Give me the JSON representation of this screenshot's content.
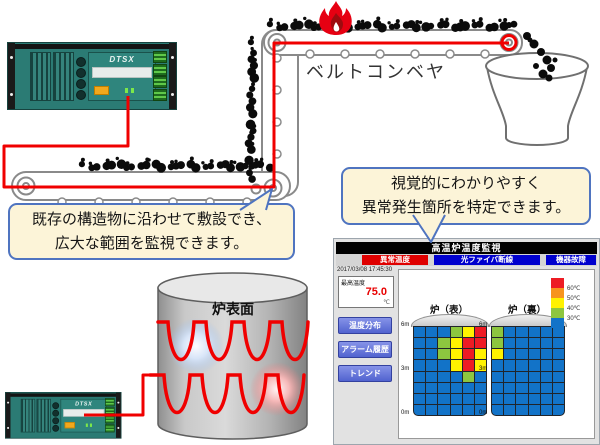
{
  "diagram": {
    "conveyor_label": "ベルトコンベヤ",
    "furnace_label": "炉表面",
    "device_logo": "DTSX",
    "cable_color": "#F00000",
    "callout_left": {
      "line1": "既存の構造物に沿わせて敷設でき、",
      "line2": "広大な範囲を監視できます。"
    },
    "callout_right": {
      "line1": "視覚的にわかりやすく",
      "line2": "異常発生箇所を特定できます。"
    }
  },
  "monitor": {
    "title": "高温炉温度監視",
    "timestamp": "2017/03/08 17:45:30",
    "tabs": [
      {
        "label": "異常温度",
        "color": "#DF0000"
      },
      {
        "label": "光ファイバ断線",
        "color": "#0000CE"
      },
      {
        "label": "機器故障",
        "color": "#0000CE"
      }
    ],
    "max_temp": {
      "label": "最高温度",
      "value": "75.0",
      "unit": "℃"
    },
    "buttons": [
      "温度分布",
      "アラーム履歴",
      "トレンド"
    ]
  },
  "chart_data": {
    "type": "heatmap",
    "y_ticks": [
      "6m",
      "3m",
      "0m"
    ],
    "y_range_m": [
      0,
      6
    ],
    "columns": 6,
    "rows_per_panel": 8,
    "color_key": {
      "B": "#1273C8",
      "G": "#8DC63F",
      "Y": "#FFF200",
      "R": "#ED1C24",
      "O": "#F7941D"
    },
    "legend": [
      {
        "color": "#ED1C24",
        "label": "60℃"
      },
      {
        "color": "#F7941D",
        "label": "50℃"
      },
      {
        "color": "#FFF200",
        "label": "40℃"
      },
      {
        "color": "#8DC63F",
        "label": "30℃"
      },
      {
        "color": "#1273C8",
        "label": ""
      }
    ],
    "panels": [
      {
        "title": "炉（表）",
        "rows": [
          "BBBGYR",
          "BBGYRR",
          "BBGYRY",
          "BBBYRY",
          "BBBBGB",
          "BBBBBB",
          "BBBBBB",
          "BBBBBB"
        ]
      },
      {
        "title": "炉（裏）",
        "rows": [
          "GBBBBB",
          "GBBBBB",
          "YBBBBB",
          "BBBBBB",
          "BBBBBB",
          "BBBBBB",
          "BBBBBB",
          "BBBBBB"
        ]
      }
    ]
  }
}
